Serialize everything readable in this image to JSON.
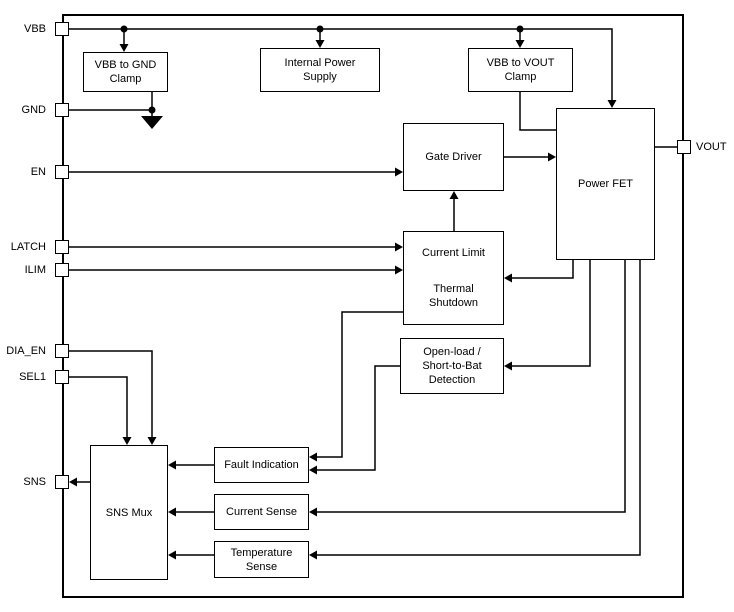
{
  "diagram": {
    "pins": {
      "vbb": "VBB",
      "gnd": "GND",
      "en": "EN",
      "latch": "LATCH",
      "ilim": "ILIM",
      "dia_en": "DIA_EN",
      "sel1": "SEL1",
      "sns": "SNS",
      "vout": "VOUT"
    },
    "blocks": {
      "clamp_gnd": "VBB to GND Clamp",
      "int_supply": "Internal Power Supply",
      "clamp_vout": "VBB to VOUT Clamp",
      "gate_driver": "Gate Driver",
      "power_fet": "Power FET",
      "current_limit_top": "Current Limit",
      "current_limit_bottom": "Thermal Shutdown",
      "open_load": "Open-load / Short-to-Bat Detection",
      "fault_ind": "Fault Indication",
      "current_sense": "Current Sense",
      "temp_sense": "Temperature Sense",
      "sns_mux": "SNS Mux"
    },
    "colors": {
      "line": "#000000",
      "background": "#ffffff"
    }
  }
}
